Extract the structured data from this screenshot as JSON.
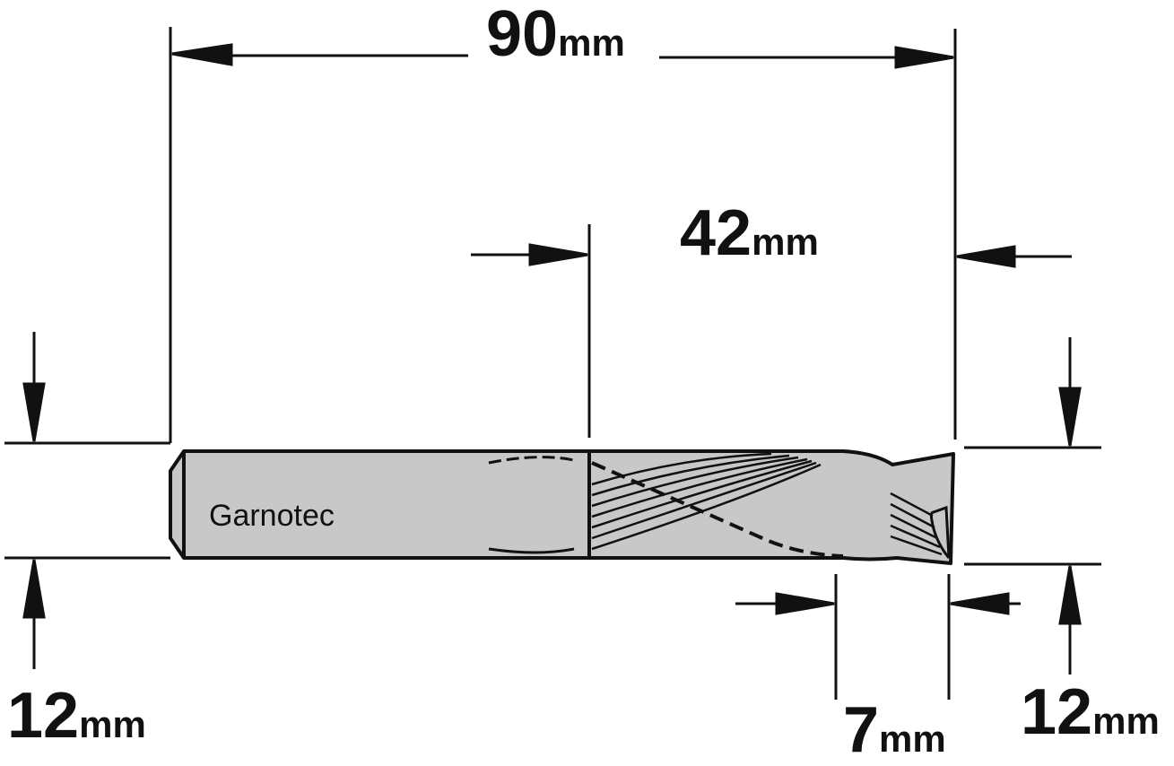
{
  "dimensions": {
    "overall_length": {
      "value": "90",
      "unit": "mm"
    },
    "cutting_length": {
      "value": "42",
      "unit": "mm"
    },
    "shank_diameter": {
      "value": "12",
      "unit": "mm"
    },
    "tip_length": {
      "value": "7",
      "unit": "mm"
    },
    "cutter_diameter": {
      "value": "12",
      "unit": "mm"
    }
  },
  "bit": {
    "brand": "Garnotec"
  },
  "colors": {
    "line": "#111111",
    "body_fill": "#c8c8c8",
    "background": "#ffffff"
  },
  "icons": [
    "arrowhead-icon"
  ]
}
